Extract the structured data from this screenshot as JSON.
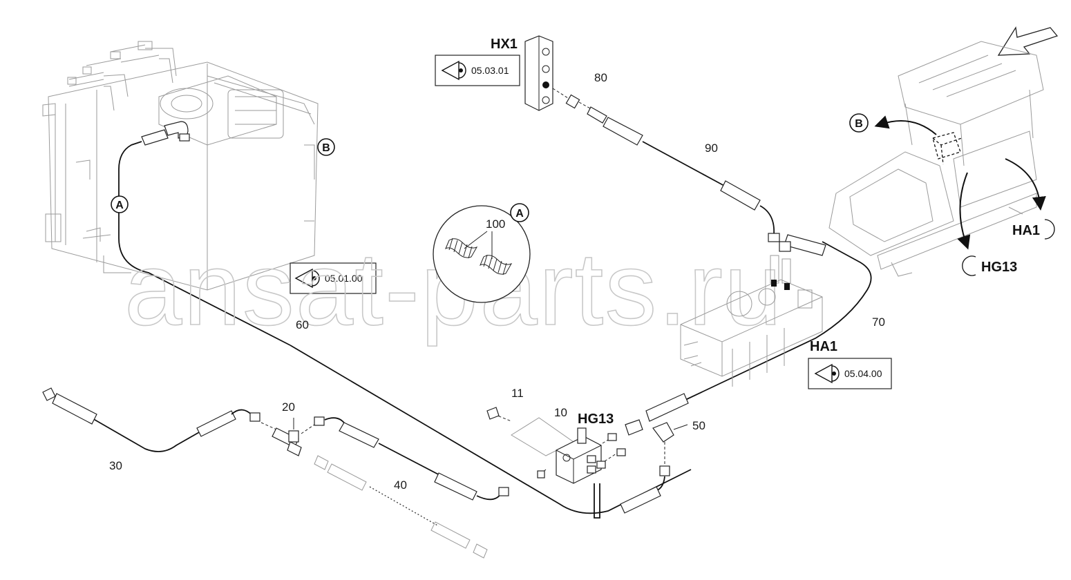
{
  "watermark": "ansat-parts.ru",
  "reference_boxes": [
    {
      "id": "HX1",
      "ref": "05.03.01"
    },
    {
      "id": "",
      "ref": "05.01.00"
    },
    {
      "id": "HA1",
      "ref": "05.04.00"
    }
  ],
  "codes": {
    "hx1": "HX1",
    "hg13": "HG13",
    "ha1_box": "HA1",
    "ha1_view": "HA1",
    "hg13_view": "HG13"
  },
  "callouts": {
    "a_top": "A",
    "a_line": "A",
    "b_top": "B",
    "b_machine": "B"
  },
  "part_numbers": {
    "p10": "10",
    "p11": "11",
    "p20": "20",
    "p30": "30",
    "p40": "40",
    "p50": "50",
    "p60": "60",
    "p70": "70",
    "p80": "80",
    "p90": "90",
    "p100": "100"
  },
  "icons": [
    "eye-icon",
    "view-arrow-icon"
  ],
  "colors": {
    "line": "#111111",
    "watermark": "#c8c8c8",
    "background": "#ffffff"
  }
}
